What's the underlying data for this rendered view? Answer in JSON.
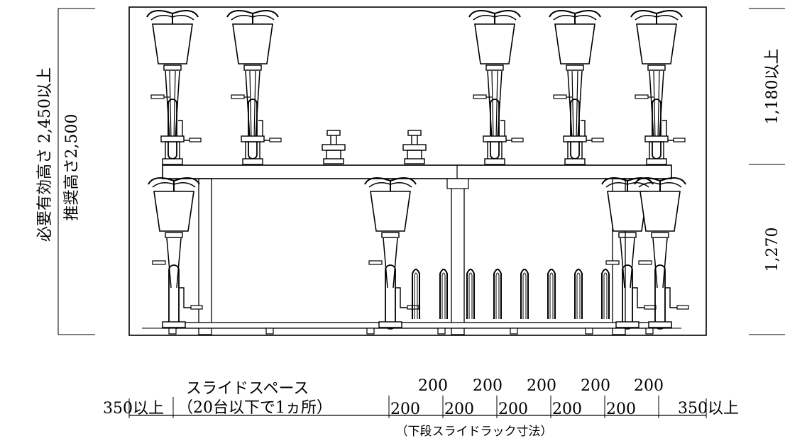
{
  "left_dimension": {
    "required_height": "必要有効高さ 2,450以上",
    "recommended_height": "推奨高さ2,500"
  },
  "right_dimension": {
    "upper_height": "1,180以上",
    "lower_height": "1,270"
  },
  "bottom_dimension": {
    "left_clearance": "350以上",
    "slide_space_title": "スライドスペース",
    "slide_space_note": "（20台以下で1ヵ所）",
    "upper_pitch_labels": [
      "200",
      "200",
      "200",
      "200",
      "200"
    ],
    "lower_pitch_labels": [
      "200",
      "200",
      "200",
      "200",
      "200"
    ],
    "right_clearance": "350以上",
    "caption": "（下段スライドラック寸法）"
  }
}
